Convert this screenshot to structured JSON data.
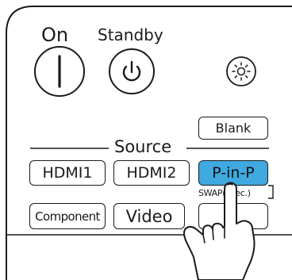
{
  "labels": {
    "on": "On",
    "standby": "Standby",
    "blank": "Blank",
    "source": "Source",
    "hdmi1": "HDMI1",
    "hdmi2": "HDMI2",
    "pinp": "P-in-P",
    "swap": "SWAP(3sec.)",
    "component": "Component",
    "video": "Video"
  },
  "colors": {
    "outline": "#1a1a1a",
    "highlight": "#3fa9e0",
    "background": "#ffffff"
  },
  "icons": [
    "power-on-icon",
    "standby-power-icon",
    "brightness-icon",
    "pointing-hand-icon"
  ]
}
